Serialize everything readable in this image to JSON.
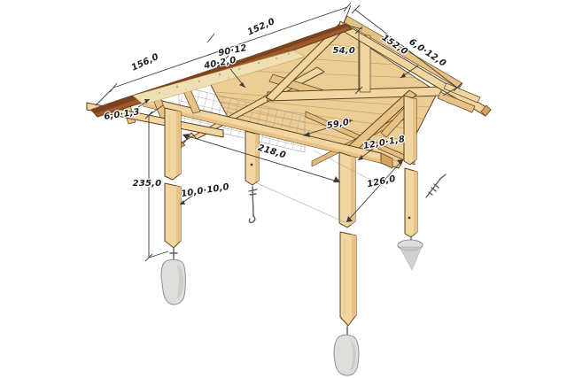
{
  "illustration": {
    "description": "Construction drawing of a gabled timber pavilion frame: four square posts with ground-anchor rods set in concrete footings, gable roof framing with rafters, battens, sheathing boards, wire mesh panel and a screw/bit detail; all dimensions annotated in centimetres with decimal commas.",
    "background": "#ffffff"
  },
  "colors": {
    "wood_light": "#F2D6A2",
    "wood_mid": "#E8C185",
    "wood_dark": "#D3A160",
    "wood_outline": "#5A421E",
    "roof_brown": "#9C5A2B",
    "roof_brown_dark": "#7C4320",
    "sanded_wood": "#EFDFB4",
    "concrete": "#DEDEDC",
    "concrete_shadow": "#C2C2C0",
    "dim_line": "#3C3C3C",
    "label_text": "#1E1E1E",
    "mesh": "#98938B",
    "metal": "#5B5B5B"
  },
  "labels": {
    "slope_left": "152,0",
    "eave_left": "156,0",
    "roof_boards": "90·12",
    "roof_batten": "40·2,0",
    "gable_height": "54,0",
    "slope_right": "152,0",
    "rafter_section": "6,0·12,0",
    "eave_board": "6,0·1,3",
    "post_height": "235,0",
    "post_section": "10,0·10,0",
    "front_width": "218,0",
    "side_depth": "126,0",
    "verge_offset": "59,0",
    "fascia_board": "12,0·1,8"
  }
}
